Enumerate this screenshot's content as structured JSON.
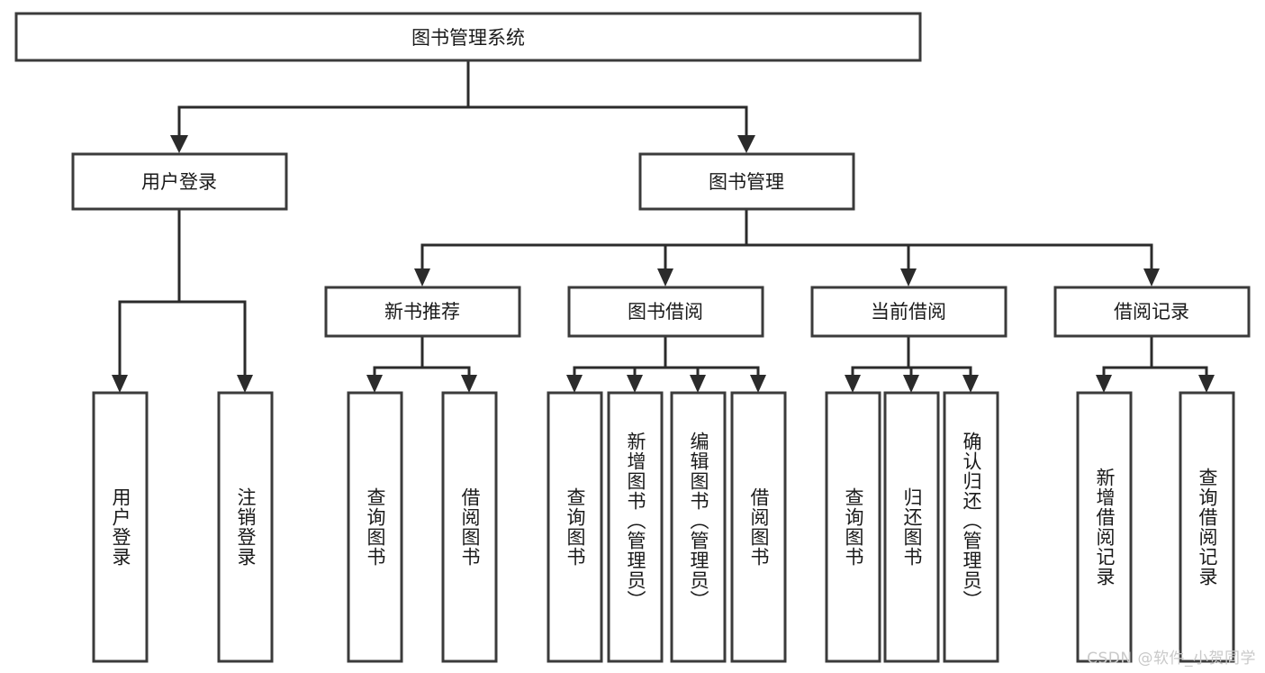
{
  "diagram": {
    "type": "hierarchy-tree",
    "title": "图书管理系统",
    "watermark": "CSDN @软件_小贺同学",
    "colors": {
      "box_stroke": "#3b3b3b",
      "box_fill": "#ffffff",
      "line": "#2b2b2b",
      "text": "#1a1a1a",
      "watermark": "#c9c9c9",
      "background": "#ffffff"
    },
    "nodes": {
      "root": {
        "label": "图书管理系统",
        "level": 0
      },
      "user_login": {
        "label": "用户登录",
        "level": 1
      },
      "book_manage": {
        "label": "图书管理",
        "level": 1
      },
      "new_book_rec": {
        "label": "新书推荐",
        "level": 2
      },
      "book_borrow": {
        "label": "图书借阅",
        "level": 2
      },
      "current_borrow": {
        "label": "当前借阅",
        "level": 2
      },
      "borrow_record": {
        "label": "借阅记录",
        "level": 2
      },
      "leaf_user_login": {
        "label": "用户登录",
        "level": 3
      },
      "leaf_logout": {
        "label": "注销登录",
        "level": 3
      },
      "leaf_query_book_1": {
        "label": "查询图书",
        "level": 3
      },
      "leaf_borrow_book_1": {
        "label": "借阅图书",
        "level": 3
      },
      "leaf_query_book_2": {
        "label": "查询图书",
        "level": 3
      },
      "leaf_add_book": {
        "label": "新增图书（管理员）",
        "level": 3
      },
      "leaf_edit_book": {
        "label": "编辑图书（管理员）",
        "level": 3
      },
      "leaf_borrow_book_2": {
        "label": "借阅图书",
        "level": 3
      },
      "leaf_query_book_3": {
        "label": "查询图书",
        "level": 3
      },
      "leaf_return_book": {
        "label": "归还图书",
        "level": 3
      },
      "leaf_confirm_return": {
        "label": "确认归还（管理员）",
        "level": 3
      },
      "leaf_add_record": {
        "label": "新增借阅记录",
        "level": 3
      },
      "leaf_query_record": {
        "label": "查询借阅记录",
        "level": 3
      }
    },
    "edges": [
      {
        "from": "root",
        "to": "user_login"
      },
      {
        "from": "root",
        "to": "book_manage"
      },
      {
        "from": "user_login",
        "to": "leaf_user_login"
      },
      {
        "from": "user_login",
        "to": "leaf_logout"
      },
      {
        "from": "book_manage",
        "to": "new_book_rec"
      },
      {
        "from": "book_manage",
        "to": "book_borrow"
      },
      {
        "from": "book_manage",
        "to": "current_borrow"
      },
      {
        "from": "book_manage",
        "to": "borrow_record"
      },
      {
        "from": "new_book_rec",
        "to": "leaf_query_book_1"
      },
      {
        "from": "new_book_rec",
        "to": "leaf_borrow_book_1"
      },
      {
        "from": "book_borrow",
        "to": "leaf_query_book_2"
      },
      {
        "from": "book_borrow",
        "to": "leaf_add_book"
      },
      {
        "from": "book_borrow",
        "to": "leaf_edit_book"
      },
      {
        "from": "book_borrow",
        "to": "leaf_borrow_book_2"
      },
      {
        "from": "current_borrow",
        "to": "leaf_query_book_3"
      },
      {
        "from": "current_borrow",
        "to": "leaf_return_book"
      },
      {
        "from": "current_borrow",
        "to": "leaf_confirm_return"
      },
      {
        "from": "borrow_record",
        "to": "leaf_add_record"
      },
      {
        "from": "borrow_record",
        "to": "leaf_query_record"
      }
    ]
  }
}
